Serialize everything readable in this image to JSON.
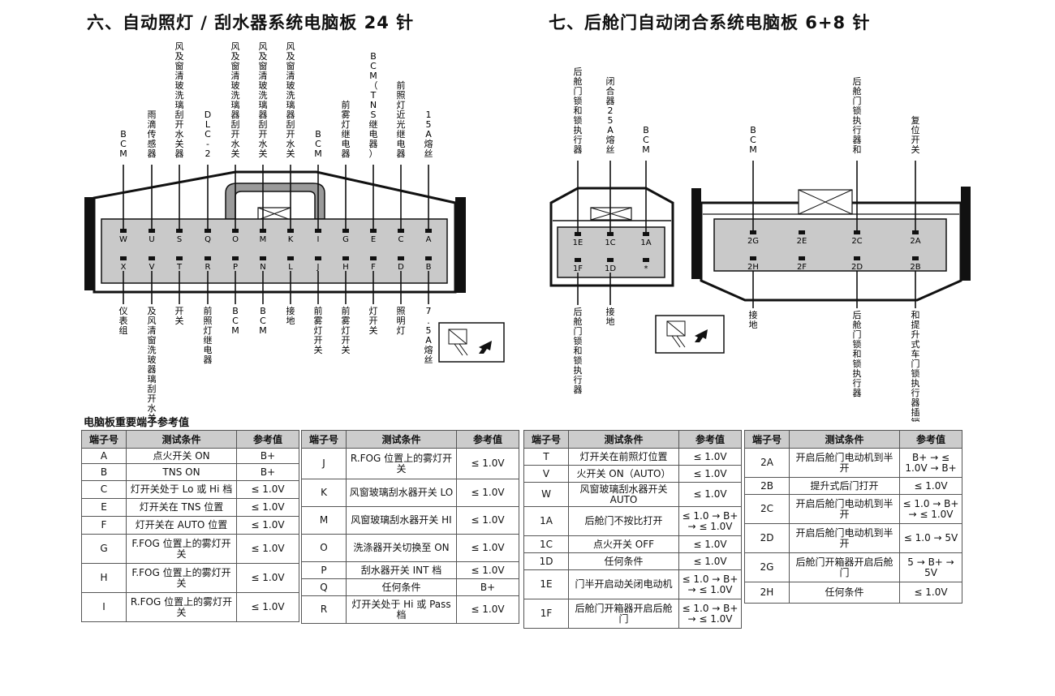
{
  "titles": {
    "left": "六、自动照灯 / 刮水器系统电脑板 24 针",
    "right": "七、后舱门自动闭合系统电脑板 6+8 针"
  },
  "left_connector": {
    "top_labels": [
      "BCM",
      "雨滴传感器",
      "风及窗清玻洗璃刮开水关器",
      "DLC-2",
      "风及窗清玻洗璃器刮开水关",
      "风及窗清玻洗璃器刮开水关",
      "风及窗清玻洗璃器刮开水关",
      "BCM",
      "前雾灯继电器",
      "BCM（TNS 继电器）",
      "前照灯近光继电器",
      "15 A 熔丝"
    ],
    "top_pins": [
      "W",
      "U",
      "S",
      "Q",
      "O",
      "M",
      "K",
      "I",
      "G",
      "E",
      "C",
      "A"
    ],
    "bottom_pins": [
      "X",
      "V",
      "T",
      "R",
      "P",
      "N",
      "L",
      "J",
      "H",
      "F",
      "D",
      "B"
    ],
    "bottom_labels": [
      "仪表组",
      "及风清窗洗玻器璃刮开水关",
      "开关",
      "前照灯继电器",
      "BCM",
      "BCM",
      "接地",
      "前雾灯开关",
      "前雾灯开关",
      "灯开关",
      "照明灯",
      "7.5 A 熔丝"
    ]
  },
  "mid_connector": {
    "top_labels": [
      "后舱门锁和锁执行器",
      "闭合器 25A 熔丝",
      "BCM"
    ],
    "top_pins": [
      "1E",
      "1C",
      "1A"
    ],
    "bottom_pins": [
      "1F",
      "1D",
      "*"
    ],
    "bottom_labels": [
      "后舱门锁和锁执行器",
      "接地"
    ]
  },
  "right_connector": {
    "top_labels": [
      "BCM",
      "后舱门锁执行器和",
      "复位开关"
    ],
    "top_pins": [
      "2G",
      "2E",
      "2C",
      "2A"
    ],
    "bottom_pins": [
      "2H",
      "2F",
      "2D",
      "2B"
    ],
    "bottom_labels": [
      "接地",
      "后舱门锁和锁执行器",
      "和提升式车门锁执行器插销"
    ]
  },
  "tables_caption": "电脑板重要端子参考值",
  "table_headers": [
    "端子号",
    "测试条件",
    "参考值"
  ],
  "tables": [
    [
      [
        "A",
        "点火开关 ON",
        "B+"
      ],
      [
        "B",
        "TNS ON",
        "B+"
      ],
      [
        "C",
        "灯开关处于 Lo 或 Hi 档",
        "≤ 1.0V"
      ],
      [
        "E",
        "灯开关在 TNS 位置",
        "≤ 1.0V"
      ],
      [
        "F",
        "灯开关在 AUTO 位置",
        "≤ 1.0V"
      ],
      [
        "G",
        "F.FOG 位置上的雾灯开关",
        "≤ 1.0V"
      ],
      [
        "H",
        "F.FOG 位置上的雾灯开关",
        "≤ 1.0V"
      ],
      [
        "I",
        "R.FOG 位置上的雾灯开关",
        "≤ 1.0V"
      ]
    ],
    [
      [
        "J",
        "R.FOG 位置上的雾灯开关",
        "≤ 1.0V"
      ],
      [
        "K",
        "风窗玻璃刮水器开关 LO",
        "≤ 1.0V"
      ],
      [
        "M",
        "风窗玻璃刮水器开关 HI",
        "≤ 1.0V"
      ],
      [
        "O",
        "洗涤器开关切换至 ON",
        "≤ 1.0V"
      ],
      [
        "P",
        "刮水器开关 INT 档",
        "≤ 1.0V"
      ],
      [
        "Q",
        "任何条件",
        "B+"
      ],
      [
        "R",
        "灯开关处于 Hi 或 Pass 档",
        "≤ 1.0V"
      ]
    ],
    [
      [
        "T",
        "灯开关在前照灯位置",
        "≤ 1.0V"
      ],
      [
        "V",
        "火开关 ON（AUTO）",
        "≤ 1.0V"
      ],
      [
        "W",
        "风窗玻璃刮水器开关 AUTO",
        "≤ 1.0V"
      ],
      [
        "1A",
        "后舱门不按比打开",
        "≤ 1.0 → B+ → ≤ 1.0V"
      ],
      [
        "1C",
        "点火开关 OFF",
        "≤ 1.0V"
      ],
      [
        "1D",
        "任何条件",
        "≤ 1.0V"
      ],
      [
        "1E",
        "门半开启动关闭电动机",
        "≤ 1.0 → B+ → ≤ 1.0V"
      ],
      [
        "1F",
        "后舱门开箱器开启后舱门",
        "≤ 1.0 → B+ → ≤ 1.0V"
      ]
    ],
    [
      [
        "2A",
        "开启后舱门电动机到半开",
        "B+ → ≤ 1.0V → B+"
      ],
      [
        "2B",
        "提升式后门打开",
        "≤ 1.0V"
      ],
      [
        "2C",
        "开启后舱门电动机到半开",
        "≤ 1.0 → B+ → ≤ 1.0V"
      ],
      [
        "2D",
        "开启后舱门电动机到半开",
        "≤ 1.0 → 5V"
      ],
      [
        "2G",
        "后舱门开箱器开启后舱门",
        "5 → B+ → 5V"
      ],
      [
        "2H",
        "任何条件",
        "≤ 1.0V"
      ]
    ]
  ]
}
